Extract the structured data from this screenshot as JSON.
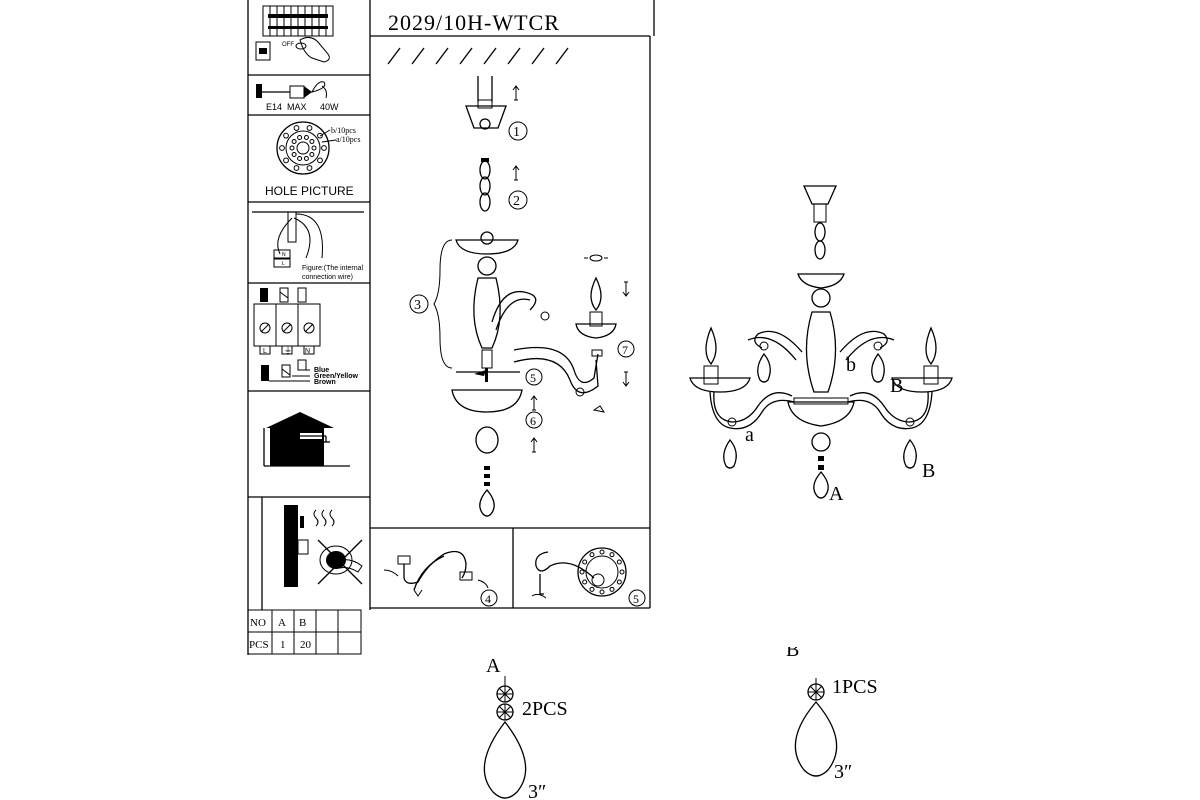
{
  "model": "2029/10H-WTCR",
  "sidebar": {
    "bulb_type": "E14",
    "bulb_max_label": "MAX",
    "bulb_wattage": "40W",
    "switch_off_label": "OFF",
    "hole_labels": {
      "b": "b/10pcs",
      "a": "a/10pcs"
    },
    "hole_picture_caption": "HOLE PICTURE",
    "wiring_caption_1": "Figure:(The internal",
    "wiring_caption_2": "connection wire)",
    "terminal_labels": [
      "L",
      "N"
    ],
    "wire_colors": [
      "Blue",
      "Green/Yellow",
      "Brown"
    ]
  },
  "steps": [
    "1",
    "2",
    "3",
    "4",
    "5",
    "6",
    "7"
  ],
  "parts_table": {
    "headers": [
      "NO",
      "A",
      "B"
    ],
    "row_label": "PCS",
    "values": [
      "1",
      "20"
    ]
  },
  "assembled_labels": {
    "a": "a",
    "b": "b",
    "A": "A",
    "B": "B"
  },
  "crystals": {
    "A": {
      "label": "A",
      "count": "2PCS",
      "size": "3″"
    },
    "B": {
      "label": "B",
      "count": "1PCS",
      "size": "3″"
    }
  }
}
